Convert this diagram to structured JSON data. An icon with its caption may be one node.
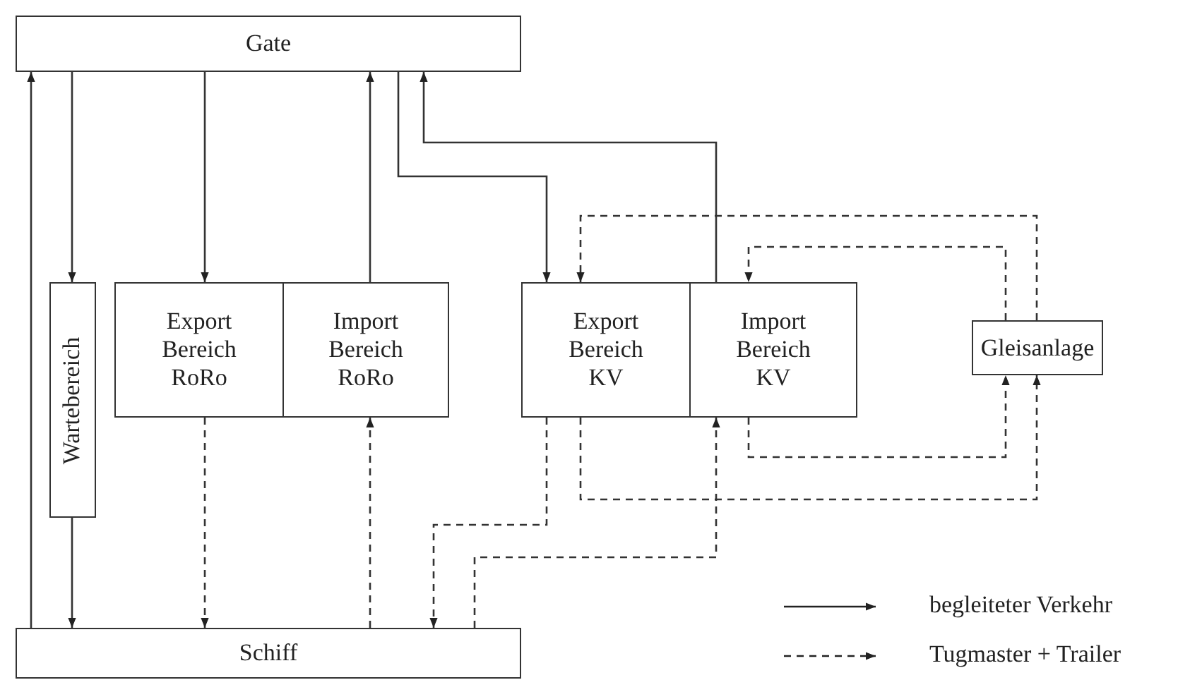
{
  "diagram": {
    "nodes": [
      {
        "text": [
          "Gate"
        ]
      },
      {
        "text": [
          "Wartebereich"
        ]
      },
      {
        "text": [
          "Export Bereich RoRo"
        ]
      },
      {
        "text": [
          "Import Bereich RoRo"
        ]
      },
      {
        "text": [
          "Export Bereich KV"
        ]
      },
      {
        "text": [
          "Import Bereich KV"
        ]
      },
      {
        "text": [
          "Gleisanlage"
        ]
      },
      {
        "text": [
          "Schiff"
        ]
      }
    ],
    "edges": [
      {
        "from": 7,
        "to": 0,
        "arrow": "to"
      },
      {
        "from": 0,
        "to": 1,
        "arrow": "to"
      },
      {
        "from": 1,
        "to": 7,
        "arrow": "to"
      },
      {
        "from": 0,
        "to": 2,
        "arrow": "to"
      },
      {
        "from": 3,
        "to": 0,
        "arrow": "to"
      },
      {
        "from": 0,
        "to": 4,
        "arrow": "to"
      },
      {
        "from": 5,
        "to": 0,
        "arrow": "to"
      },
      {
        "from": 2,
        "to": 7,
        "arrow": "to",
        "style": "dashed"
      },
      {
        "from": 7,
        "to": 3,
        "arrow": "to",
        "style": "dashed"
      },
      {
        "from": 4,
        "to": 7,
        "arrow": "to",
        "style": "dashed"
      },
      {
        "from": 7,
        "to": 5,
        "arrow": "to",
        "style": "dashed"
      },
      {
        "from": 4,
        "to": 6,
        "arrow": "to",
        "style": "dashed"
      },
      {
        "from": 5,
        "to": 6,
        "arrow": "to",
        "style": "dashed"
      },
      {
        "from": 6,
        "to": 4,
        "arrow": "to",
        "style": "dashed"
      },
      {
        "from": 6,
        "to": 5,
        "arrow": "to",
        "style": "dashed"
      }
    ],
    "legend": [
      {
        "text": "begleiteter Verkehr"
      },
      {
        "text": "Tugmaster + Trailer"
      }
    ]
  }
}
